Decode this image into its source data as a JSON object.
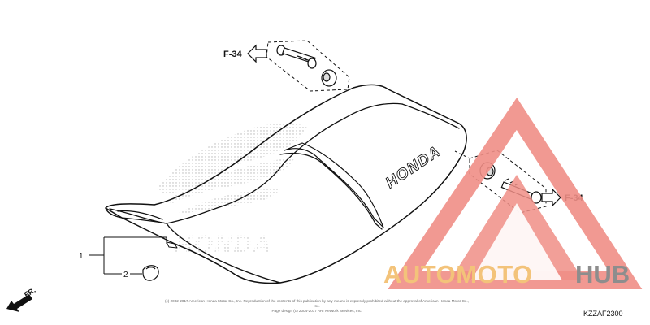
{
  "diagram": {
    "ref_front": "F-34",
    "ref_rear": "F-34",
    "part_1": "1",
    "part_2": "2",
    "front_arrow_label": "FR.",
    "seat_brand_text": "HONDA",
    "watermark_brand_text": "HONDA",
    "diagram_code": "KZZAF2300",
    "copyright_line_1": "(c) 2002-2017 American Honda Motor Co., Inc. Reproduction of the contents of this publication by any means is expressly prohibited without the approval of American Honda Motor Co., Inc.",
    "copyright_line_2": "Page design (c) 2004-2017 ARI Network Services, Inc."
  },
  "watermark": {
    "logo_text_1": "AUTOMOTO",
    "logo_text_2": "HUB",
    "colors": {
      "triangle": "#f08e86",
      "text_1": "#f3c37a",
      "text_2": "#8d8d8d"
    }
  }
}
